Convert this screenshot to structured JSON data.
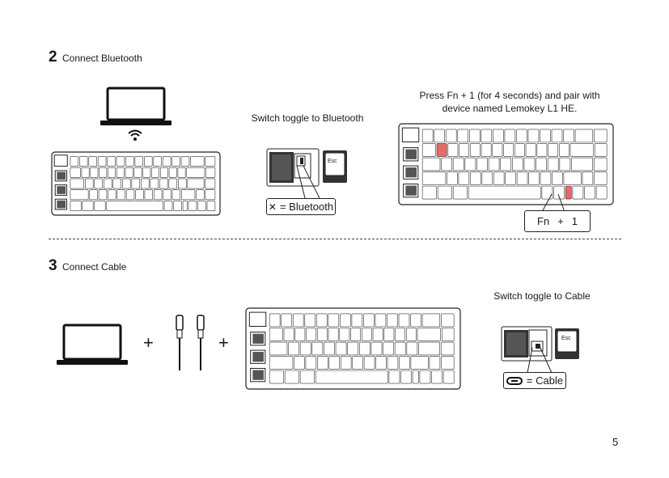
{
  "step2": {
    "number": "2",
    "title": "Connect Bluetooth",
    "toggle_caption": "Switch toggle to Bluetooth",
    "toggle_label": "= Bluetooth",
    "esc_label": "Esc",
    "pair_caption_line1": "Press Fn + 1 (for 4 seconds) and pair with",
    "pair_caption_line2": "device named Lemokey L1 HE.",
    "combo": {
      "fn": "Fn",
      "plus": "+",
      "one": "1"
    }
  },
  "step3": {
    "number": "3",
    "title": "Connect Cable",
    "plus1": "+",
    "plus2": "+",
    "toggle_caption": "Switch toggle to Cable",
    "toggle_label": "= Cable",
    "esc_label": "Esc"
  },
  "page_number": "5",
  "highlight_color": "#e56b6b",
  "icons": [
    "laptop-icon",
    "wifi-icon",
    "bluetooth-icon",
    "usb-c-icon",
    "usb-cable-icon",
    "keyboard"
  ]
}
